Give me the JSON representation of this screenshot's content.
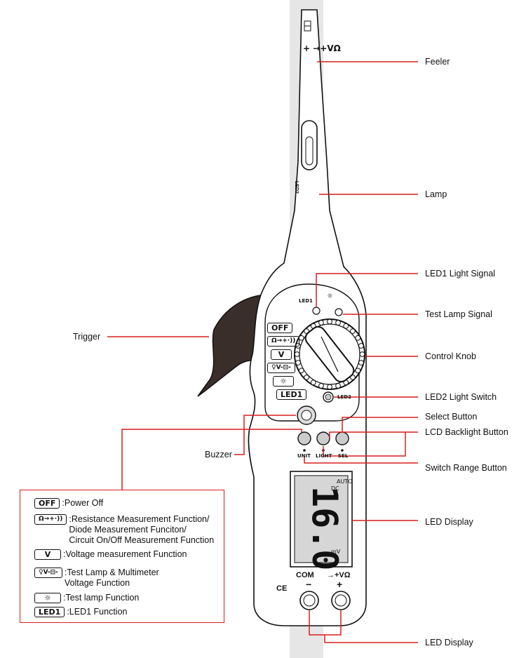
{
  "callouts": {
    "feeler": "Feeler",
    "lamp": "Lamp",
    "led1_light_signal": "LED1 Light Signal",
    "test_lamp_signal": "Test Lamp Signal",
    "trigger": "Trigger",
    "control_knob": "Control Knob",
    "led2_light_switch": "LED2 Light Switch",
    "select_button": "Select Button",
    "lcd_backlight_button": "LCD Backlight Button",
    "buzzer": "Buzzer",
    "switch_range_button": "Switch Range Button",
    "led_display": "LED Display",
    "led_display_2": "LED Display"
  },
  "device": {
    "probe_symbols": "+ →+VΩ",
    "led2_probe_label": "LED2",
    "led1_label": "LED1",
    "led2_label": "LED2",
    "dial_off": "OFF",
    "dial_resistance": "Ω→+·))",
    "dial_voltage": "V",
    "dial_testlamp_mm": "♀V-⊟-",
    "dial_testlamp": "☼",
    "dial_led1": "LED1",
    "btn_unit": "UNIT",
    "btn_light": "LIGHT",
    "btn_sel": "SEL",
    "lcd_auto": "AUTO",
    "lcd_dc": "DC",
    "lcd_reading": "16.0",
    "lcd_unit": "mV",
    "ce_mark": "CE",
    "com_label": "COM",
    "com_sign": "−",
    "v_label": "→+VΩ",
    "v_sign": "+"
  },
  "legend": [
    {
      "badge": "OFF",
      "text": ":Power Off"
    },
    {
      "badge": "Ω→+·))",
      "text": ":Resistance Measurement Function/\nDiode Measurement Funciton/\nCircuit On/Off Measurement Function"
    },
    {
      "badge": "V",
      "text": ":Voltage measurement Function"
    },
    {
      "badge": "♀V-⊟-",
      "text": ":Test Lamp & Multimeter\n Voltage Function"
    },
    {
      "badge": "☼",
      "text": ":Test lamp Function"
    },
    {
      "badge": "LED1",
      "text": ":LED1 Function"
    }
  ],
  "colors": {
    "callout_line": "#d81e1e",
    "device_outline": "#111111",
    "stripe": "#e6e6e6"
  }
}
